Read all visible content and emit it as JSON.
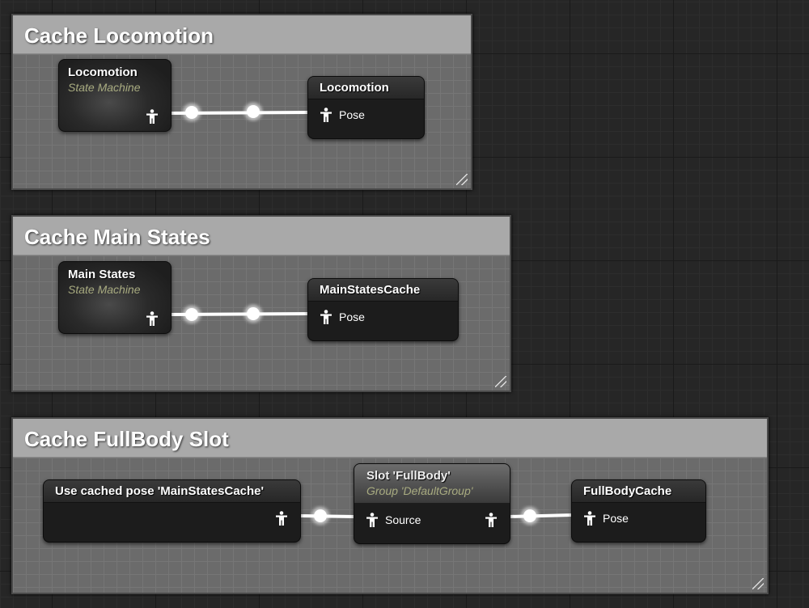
{
  "comments": [
    {
      "title": "Cache Locomotion",
      "source": {
        "title": "Locomotion",
        "subtitle": "State Machine"
      },
      "target": {
        "title": "Locomotion",
        "pin": "Pose"
      }
    },
    {
      "title": "Cache Main States",
      "source": {
        "title": "Main States",
        "subtitle": "State Machine"
      },
      "target": {
        "title": "MainStatesCache",
        "pin": "Pose"
      }
    },
    {
      "title": "Cache FullBody Slot",
      "source": {
        "title": "Use cached pose 'MainStatesCache'"
      },
      "slot": {
        "title": "Slot 'FullBody'",
        "subtitle": "Group 'DefaultGroup'",
        "pin": "Source"
      },
      "target": {
        "title": "FullBodyCache",
        "pin": "Pose"
      }
    }
  ],
  "icons": {
    "pose_pin": "person-icon"
  }
}
